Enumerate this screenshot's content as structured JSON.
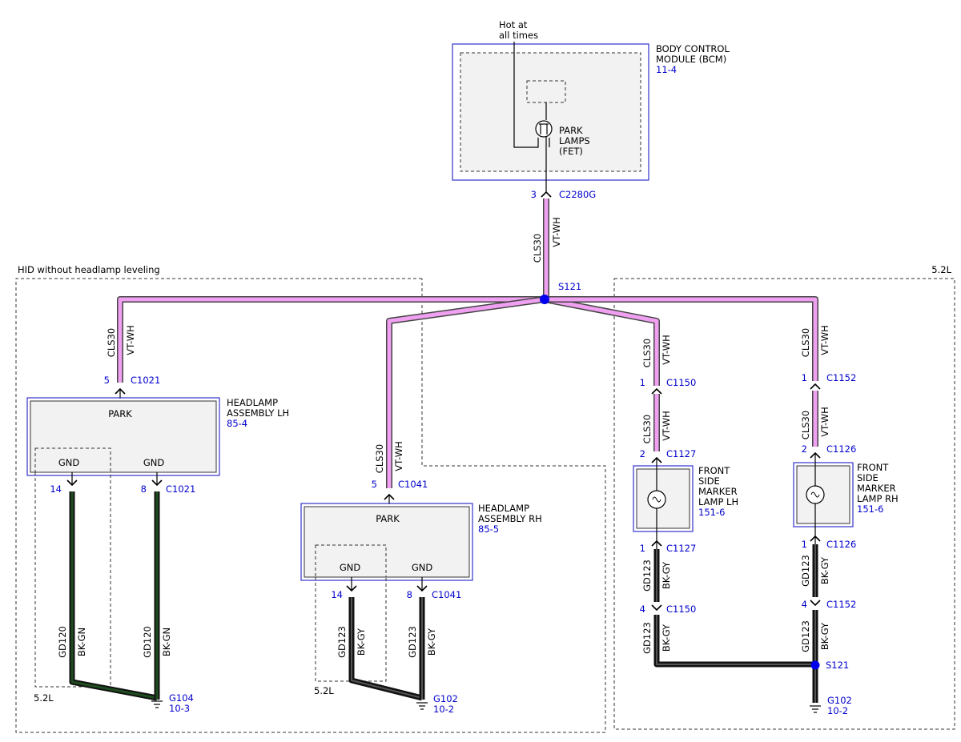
{
  "bcm": {
    "title_lines": [
      "BODY CONTROL",
      "MODULE (BCM)"
    ],
    "ref": "11-4",
    "hot_label_lines": [
      "Hot at",
      "all times"
    ],
    "fet_label_lines": [
      "PARK",
      "LAMPS",
      "(FET)"
    ],
    "pin": "3",
    "connector": "C2280G"
  },
  "frames": {
    "hid_label": "HID without headlamp leveling",
    "engine_label": "5.2L",
    "sub_label_lh": "5.2L",
    "sub_label_rh": "5.2L"
  },
  "splice_main": "S121",
  "splice_ground": "S121",
  "wire_vt": {
    "circuit": "CLS30",
    "color": "VT-WH"
  },
  "headlamp_lh": {
    "title_lines": [
      "HEADLAMP",
      "ASSEMBLY LH"
    ],
    "ref": "85-4",
    "park": "PARK",
    "gnd1": "GND",
    "gnd2": "GND",
    "in_pin": "5",
    "in_conn": "C1021",
    "out_pin1": "14",
    "out_pin2": "8",
    "out_conn": "C1021",
    "gnd_circuit": "GD120",
    "gnd_color": "BK-GN",
    "ground": "G104",
    "ground_ref": "10-3"
  },
  "headlamp_rh": {
    "title_lines": [
      "HEADLAMP",
      "ASSEMBLY RH"
    ],
    "ref": "85-5",
    "park": "PARK",
    "gnd1": "GND",
    "gnd2": "GND",
    "in_pin": "5",
    "in_conn": "C1041",
    "out_pin1": "14",
    "out_pin2": "8",
    "out_conn": "C1041",
    "gnd_circuit": "GD123",
    "gnd_color": "BK-GY",
    "ground": "G102",
    "ground_ref": "10-2"
  },
  "marker_lh": {
    "title_lines": [
      "FRONT",
      "SIDE",
      "MARKER",
      "LAMP LH"
    ],
    "ref": "151-6",
    "top_pin": "1",
    "top_conn": "C1150",
    "in_pin": "2",
    "in_conn": "C1127",
    "out_pin": "1",
    "out_conn": "C1127",
    "low_pin": "4",
    "low_conn": "C1150",
    "gnd_circuit": "GD123",
    "gnd_color": "BK-GY"
  },
  "marker_rh": {
    "title_lines": [
      "FRONT",
      "SIDE",
      "MARKER",
      "LAMP RH"
    ],
    "ref": "151-6",
    "top_pin": "1",
    "top_conn": "C1152",
    "in_pin": "2",
    "in_conn": "C1126",
    "out_pin": "1",
    "out_conn": "C1126",
    "low_pin": "4",
    "low_conn": "C1152",
    "gnd_circuit": "GD123",
    "gnd_color": "BK-GY",
    "ground": "G102",
    "ground_ref": "10-2"
  },
  "colors": {
    "module_outline": "#3333cc",
    "reference_text": "#0000cc",
    "vt_wh_wire": "#f0a0f0",
    "bk_gn_wire": "#1f4d1f",
    "bk_gy_wire": "#555555",
    "splice": "#0000ee"
  }
}
